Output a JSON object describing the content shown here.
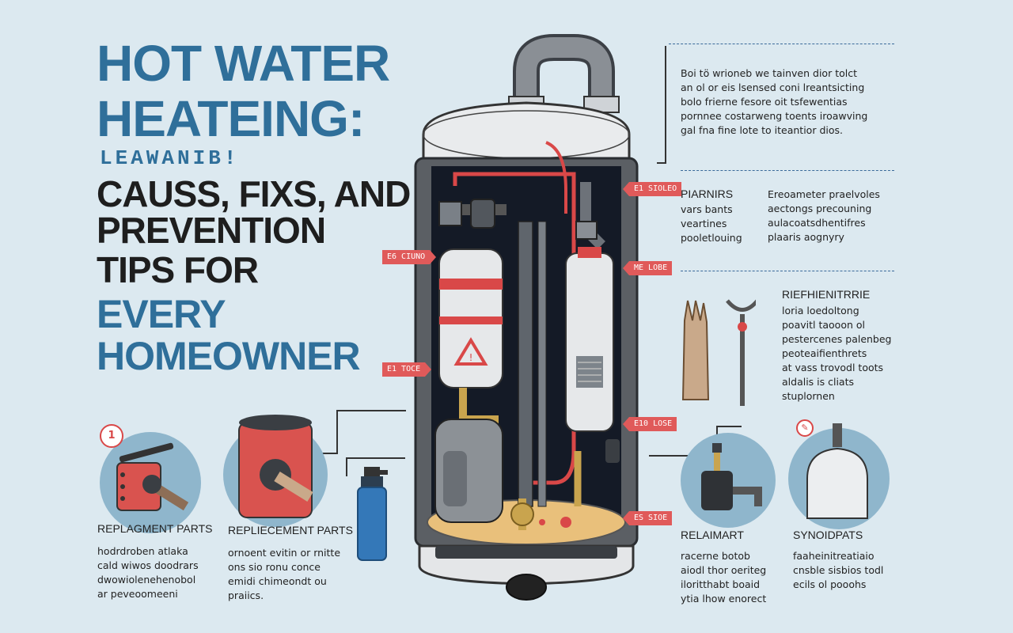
{
  "title": {
    "line1": "HOT WATER",
    "line2": "HEATEING:",
    "line3": "LEAWANIB!",
    "line4": "CAUSS, FIXS, AND",
    "line5": "PREVENTION",
    "line6": "TIPS FOR",
    "line7": "EVERY",
    "line8": "HOMEOWNER"
  },
  "intro_text": [
    "Boi tö wrioneb we tainven dior tolct",
    "an ol or eis lsensed coni lreantsicting",
    "bolo frierne fesore oit tsfewentias",
    "pornnee costarweng toents iroawving",
    "gal fna fine lote to iteantior dios."
  ],
  "callouts": {
    "tag_right_1": "E1 SIOLEO",
    "tag_right_2": "ME LOBE",
    "tag_right_3": "E10 LOSE",
    "tag_right_4": "ES SIOE",
    "tag_left_1": "E6 CIUNO",
    "tag_left_2": "E1 TOCE"
  },
  "parts": {
    "heading": "PIARNIRS",
    "col1": [
      "vars bants",
      "veartines",
      "pooletlouing"
    ],
    "col2": [
      "Ereoameter praelvoles",
      "aectongs precouning",
      "aulacoatsdhentifres",
      "plaaris aognyry"
    ]
  },
  "refurb": {
    "heading": "RIEFHIENITRRIE",
    "lines": [
      "loria loedoltong",
      "poavitl taooon ol",
      "pestercenes palenbeg",
      "peoteaifienthrets",
      "at vass trovodl toots",
      "aldalis is cliats",
      "stuplornen"
    ]
  },
  "bottom": {
    "badge_1": "1",
    "item1_heading": "REPLAGMENT PARTS",
    "item1_text": [
      "hodrdroben atlaka",
      "cald wiwos doodrars",
      "dwowiolenehenobol",
      "ar peveoomeeni"
    ],
    "item2_heading": "REPLIECEMENT PARTS",
    "item2_text": [
      "ornoent evitin or rnitte",
      "ons sio ronu conce",
      "emidi chimeondt ou",
      "praiics."
    ],
    "item3_heading": "RELAIMART",
    "item3_text": [
      "racerne botob",
      "aiodl thor oeriteg",
      "iloritthabt boaid",
      "ytia lhow enorect"
    ],
    "item4_heading": "SYNOIDPATS",
    "item4_text": [
      "faaheinitreatiaio",
      "cnsble sisbios todl",
      "ecils ol pooohs"
    ]
  },
  "colors": {
    "background": "#dce9f0",
    "title_blue": "#2f6f9a",
    "accent_red": "#e05a5a",
    "tank_gray": "#5b5f64",
    "interior": "#141a26"
  }
}
